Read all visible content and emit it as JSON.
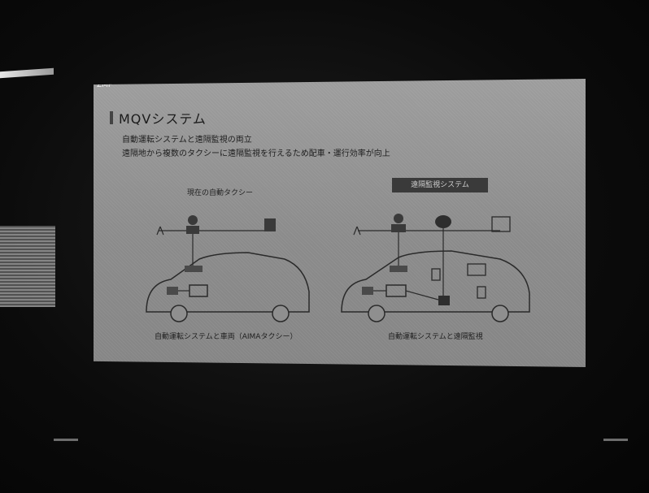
{
  "slide": {
    "brand": "ZMP",
    "title": "MQVシステム",
    "bullets": [
      "自動運転システムと遠隔監視の両立",
      "遠隔地から複数のタクシーに遠隔監視を行えるため配車・運行効率が向上"
    ],
    "left_label": "現在の自動タクシー",
    "right_badge": "遠隔監視システム",
    "left_caption": "自動運転システムと車両（AIMAタクシー）",
    "right_caption": "自動運転システムと遠隔監視"
  },
  "colors": {
    "slide_bg": "#939393",
    "dark_ink": "#1e1e1e",
    "badge_bg": "#3a3a3a"
  }
}
